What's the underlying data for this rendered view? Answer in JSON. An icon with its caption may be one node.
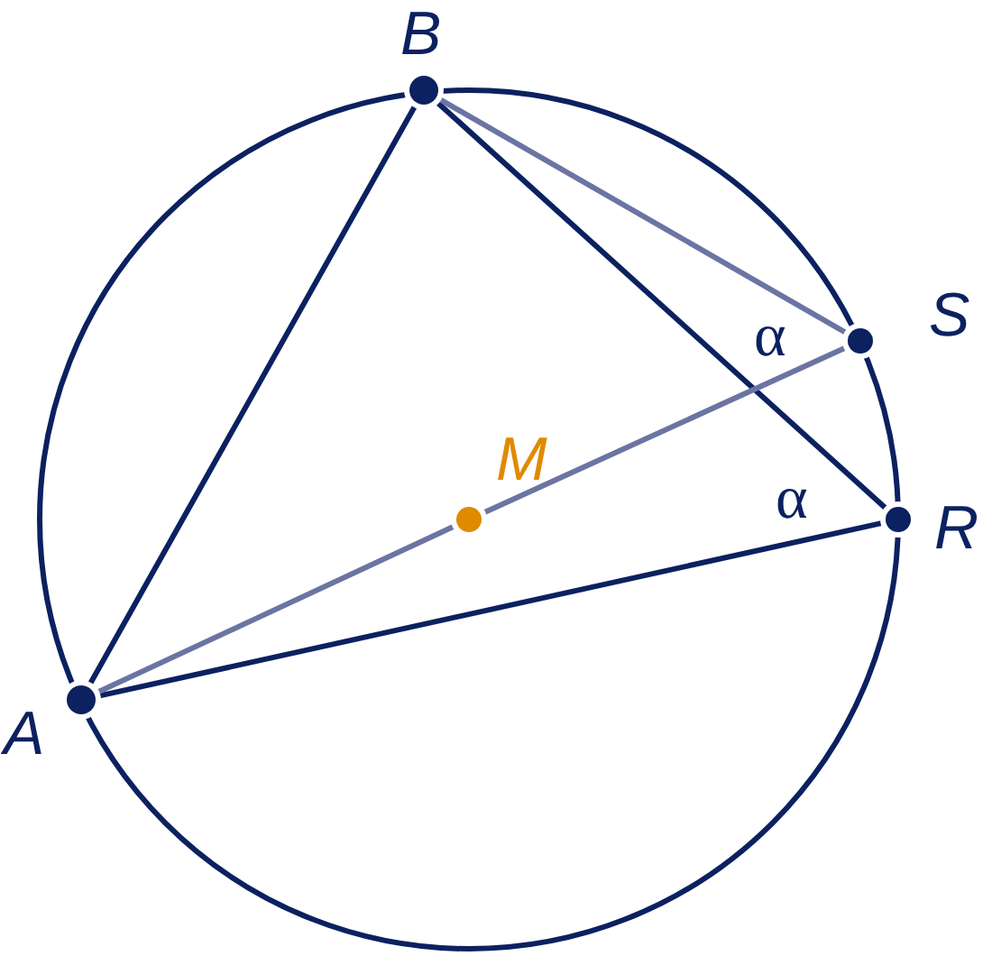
{
  "diagram": {
    "nodes": [
      {
        "text": [],
        "shape": "circle",
        "beside": [
          "B"
        ]
      },
      {
        "text": [],
        "shape": "circle",
        "beside": [
          "S"
        ]
      },
      {
        "text": [],
        "shape": "circle",
        "beside": [
          "M"
        ]
      },
      {
        "text": [],
        "shape": "circle",
        "beside": [
          "R"
        ]
      },
      {
        "text": [],
        "shape": "circle",
        "beside": [
          "A"
        ]
      }
    ],
    "edges": [
      {
        "from": 4,
        "to": 0,
        "arrow": "none"
      },
      {
        "from": 0,
        "to": 3,
        "arrow": "none"
      },
      {
        "from": 4,
        "to": 3,
        "arrow": "none"
      },
      {
        "from": 0,
        "to": 1,
        "arrow": "none",
        "color": "#6b74a3"
      },
      {
        "from": 4,
        "to": 2,
        "arrow": "none",
        "color": "#6b74a3"
      },
      {
        "from": 2,
        "to": 1,
        "arrow": "none",
        "color": "#6b74a3"
      }
    ],
    "labels": [
      "α",
      "α"
    ]
  }
}
